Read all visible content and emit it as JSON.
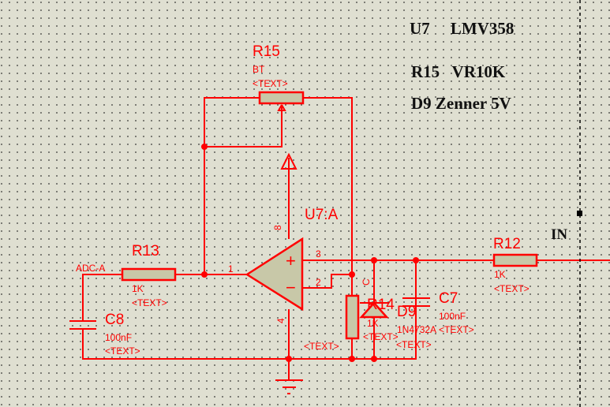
{
  "notes": [
    "U7     LMV358",
    "R15   VR10K",
    "D9 Zenner 5V"
  ],
  "net_label_in": "IN",
  "net_label_adc": "ADC-A",
  "components": {
    "R15": {
      "ref": "R15",
      "value": "BT",
      "text": "<TEXT>"
    },
    "U7": {
      "ref": "U7:A",
      "pin1": "1",
      "pin2": "2",
      "pin3": "3",
      "pin4": "4",
      "pin8": "8",
      "plus": "+",
      "minus": "−",
      "text": "<TEXT>"
    },
    "R13": {
      "ref": "R13",
      "value": "1K",
      "text": "<TEXT>"
    },
    "C8": {
      "ref": "C8",
      "value": "100nF",
      "text": "<TEXT>"
    },
    "R14": {
      "ref": "R14",
      "value": "1K",
      "text": "<TEXT>"
    },
    "D9": {
      "ref": "D9",
      "value": "1N4732A",
      "text": "<TEXT>",
      "pin": "C"
    },
    "C7": {
      "ref": "C7",
      "value": "100nF",
      "text": "<TEXT>"
    },
    "R12": {
      "ref": "R12",
      "value": "1K",
      "text": "<TEXT>"
    }
  },
  "colors": {
    "wire": "#ff0000",
    "body": "#c8c8a8",
    "background": "#dfdfd1"
  }
}
